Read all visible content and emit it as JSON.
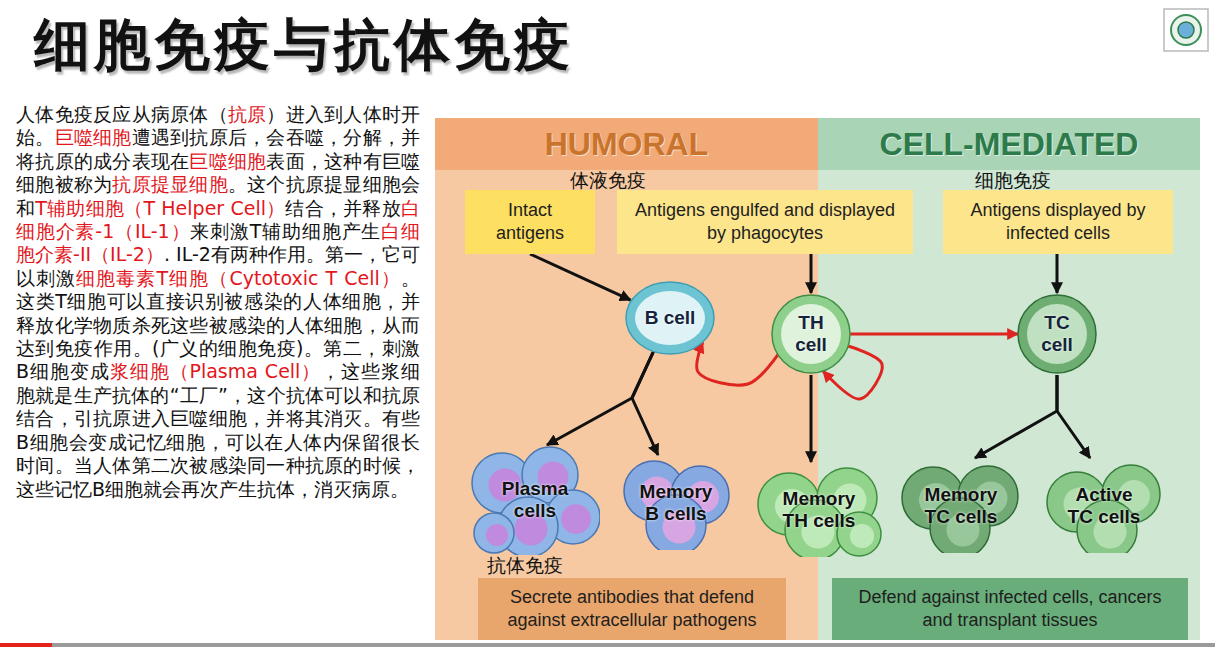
{
  "diagram": {
    "title": "细胞免疫与抗体免疫",
    "nodes": [
      {
        "text": [
          "HUMORAL"
        ]
      },
      {
        "text": [
          "CELL-MEDIATED"
        ]
      },
      {
        "text": [
          "Intact antigens"
        ],
        "in": 0
      },
      {
        "text": [
          "Antigens engulfed and displayed by phagocytes"
        ]
      },
      {
        "text": [
          "Antigens displayed by infected cells"
        ],
        "in": 1
      },
      {
        "text": [
          "B cell"
        ],
        "in": 0
      },
      {
        "text": [
          "TH cell"
        ]
      },
      {
        "text": [
          "TC cell"
        ],
        "in": 1
      },
      {
        "text": [
          "Plasma cells"
        ],
        "in": 0
      },
      {
        "text": [
          "Memory B cells"
        ],
        "in": 0
      },
      {
        "text": [
          "Memory TH cells"
        ]
      },
      {
        "text": [
          "Memory TC cells"
        ],
        "in": 1
      },
      {
        "text": [
          "Active TC cells"
        ],
        "in": 1
      },
      {
        "text": [
          "Secrete antibodies that defend against extracellular pathogens"
        ],
        "in": 0
      },
      {
        "text": [
          "Defend against infected cells, cancers and transplant tissues"
        ],
        "in": 1
      }
    ],
    "edges": [
      {
        "from": 2,
        "to": 5,
        "arrow": "to"
      },
      {
        "from": 3,
        "to": 6,
        "arrow": "to"
      },
      {
        "from": 4,
        "to": 7,
        "arrow": "to"
      },
      {
        "from": 6,
        "to": 5,
        "arrow": "to"
      },
      {
        "from": 6,
        "to": 6,
        "arrow": "to"
      },
      {
        "from": 6,
        "to": 7,
        "arrow": "to"
      },
      {
        "from": 5,
        "to": 8,
        "arrow": "to"
      },
      {
        "from": 5,
        "to": 9,
        "arrow": "to"
      },
      {
        "from": 6,
        "to": 10,
        "arrow": "to"
      },
      {
        "from": 7,
        "to": 11,
        "arrow": "to"
      },
      {
        "from": 7,
        "to": 12,
        "arrow": "to"
      }
    ],
    "labels": [
      "人体免疫反应从病原体（",
      "抗原",
      "）进入到人体时开始。",
      "巨噬细胞",
      "遭遇到抗原后，会吞噬，分解，并将抗原的成分表现在",
      "巨噬细胞",
      "表面，这种有巨噬细胞被称为",
      "抗原提显细胞",
      "。这个抗原提显细胞会和",
      "T辅助细胞（T Helper Cell）",
      "结合，并释放",
      "白细胞介素-1（IL-1）",
      "来刺激T辅助细胞产生",
      "白细胞介素-II（IL-2）",
      ". IL-2有两种作用。第一，它可以刺激",
      "细胞毒素T细胞（Cytotoxic T Cell）",
      "。这类T细胞可以直接识别被感染的人体细胞，并释放化学物质杀死这些被感染的人体细胞，从而达到免疫作用。(广义的细胞免疫)。第二，刺激B细胞变成",
      "浆细胞（Plasma Cell）",
      "，这些浆细胞就是生产抗体的“工厂”，这个抗体可以和抗原结合，引抗原进入巨噬细胞，并将其消灭。有些B细胞会变成记忆细胞，可以在人体内保留很长时间。当人体第二次被感染同一种抗原的时候，这些记忆B细胞就会再次产生抗体，消灭病原。",
      "体液免疫",
      "细胞免疫",
      "抗体免疫"
    ]
  }
}
